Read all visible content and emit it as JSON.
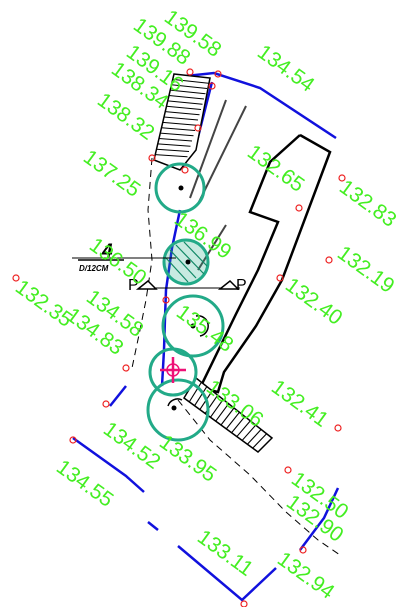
{
  "colors": {
    "background": "#ffffff",
    "elevation_text": "#44ee22",
    "property_line": "#1111dd",
    "building_outline": "#000000",
    "tree_canopy": "#22aa88",
    "survey_point": "#ee2222",
    "utility_marker": "#ee1177"
  },
  "section_marker": {
    "number": "4",
    "sheet": "D/12CM",
    "cut_label_left": "P",
    "cut_label_right": "P"
  },
  "spot_elevations": [
    "139.58",
    "139.88",
    "139.16",
    "138.34",
    "138.32",
    "137.25",
    "136.99",
    "136.50",
    "134.58",
    "134.83",
    "132.35",
    "134.54",
    "132.65",
    "132.83",
    "132.19",
    "132.40",
    "135.48",
    "133.06",
    "132.41",
    "134.52",
    "133.95",
    "134.55",
    "132.50",
    "132.90",
    "133.11",
    "132.94"
  ]
}
